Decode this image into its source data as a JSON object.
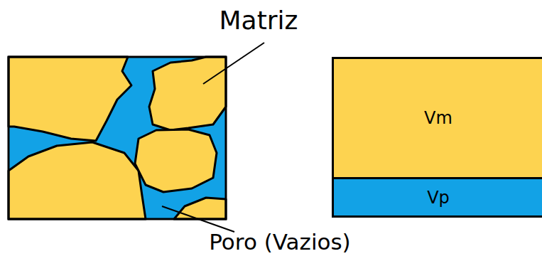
{
  "diagram": {
    "nodes": [
      {
        "text": [
          "Vm"
        ]
      },
      {
        "text": [
          "Vp"
        ]
      }
    ],
    "labels": [
      "Matriz",
      "Poro (Vazios)"
    ]
  }
}
